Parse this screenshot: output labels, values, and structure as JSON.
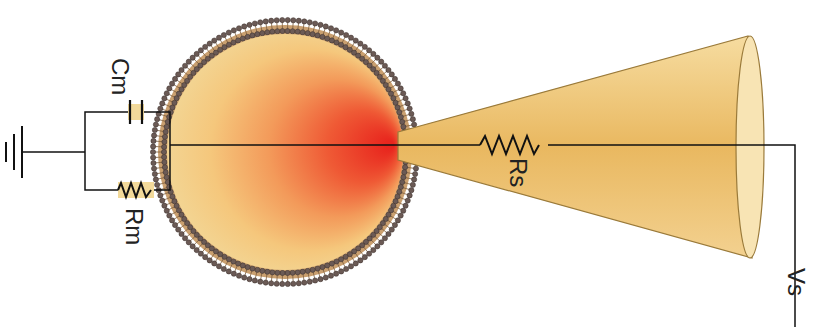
{
  "diagram": {
    "labels": [
      "Cm",
      "Rm",
      "Rs",
      "Vs"
    ]
  }
}
